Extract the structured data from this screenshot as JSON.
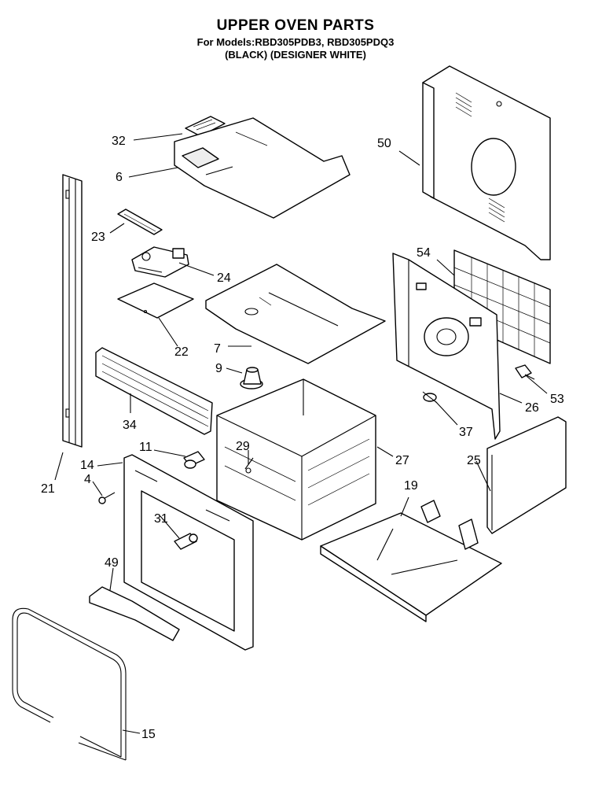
{
  "header": {
    "title": "UPPER OVEN PARTS",
    "models": "For Models:RBD305PDB3, RBD305PDQ3",
    "variants": "(BLACK)   (DESIGNER WHITE)"
  },
  "callouts": {
    "c32": "32",
    "c6": "6",
    "c50": "50",
    "c23": "23",
    "c24": "24",
    "c54": "54",
    "c22": "22",
    "c7": "7",
    "c9": "9",
    "c34": "34",
    "c53": "53",
    "c26": "26",
    "c37": "37",
    "c11": "11",
    "c29": "29",
    "c27": "27",
    "c14": "14",
    "c25": "25",
    "c21": "21",
    "c4": "4",
    "c19": "19",
    "c31": "31",
    "c49": "49",
    "c15": "15"
  }
}
